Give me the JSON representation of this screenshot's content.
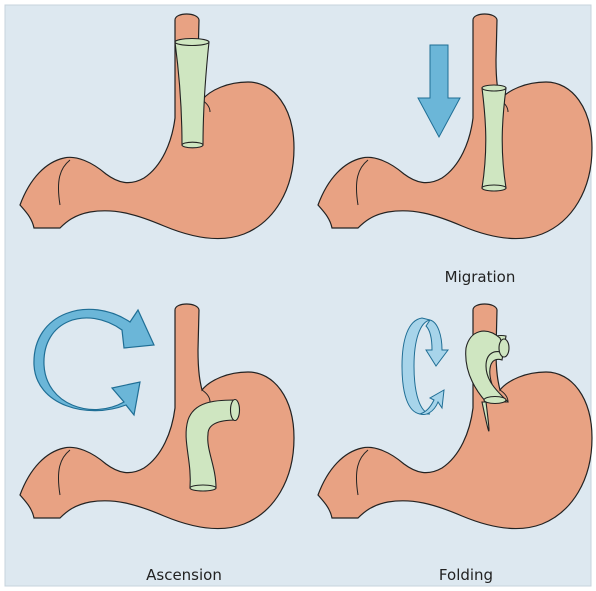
{
  "figure": {
    "background_color": "#dde8f0",
    "stomach_color": "#e8a283",
    "tube_color": "#cfe6c1",
    "arrow_color": "#6bb6d8",
    "outline_color": "#222222"
  },
  "panels": [
    {
      "id": "top-left",
      "caption": ""
    },
    {
      "id": "top-right",
      "caption": "Migration"
    },
    {
      "id": "bottom-left",
      "caption": "Ascension"
    },
    {
      "id": "bottom-right",
      "caption": "Folding"
    }
  ]
}
